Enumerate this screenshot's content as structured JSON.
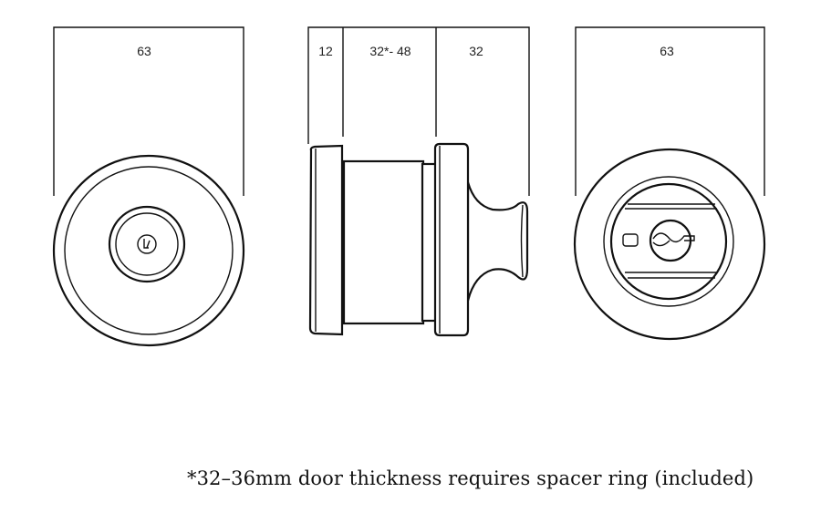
{
  "dimensions": {
    "front_width": "63",
    "side_outer_rose": "12",
    "side_door_thickness": "32*- 48",
    "side_knob": "32",
    "back_width": "63"
  },
  "footnote": "*32–36mm door thickness requires spacer ring (included)"
}
